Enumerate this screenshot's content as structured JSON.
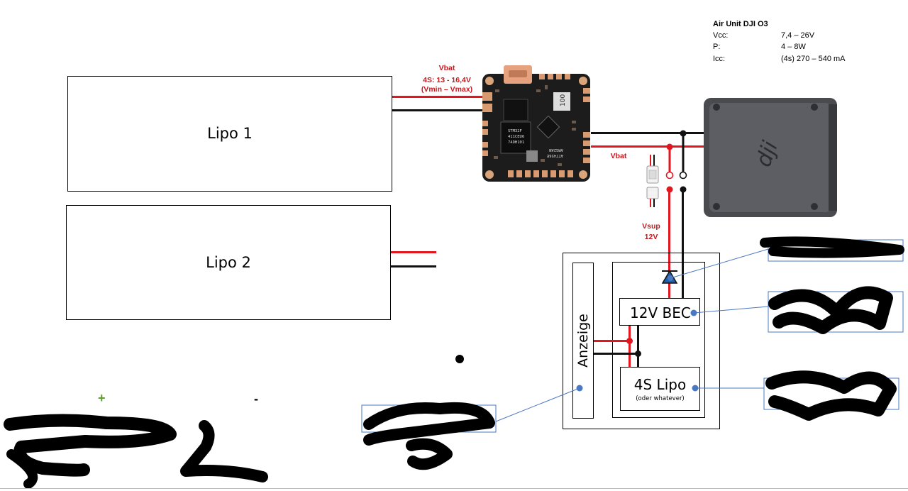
{
  "lipo1": {
    "label": "Lipo 1"
  },
  "lipo2": {
    "label": "Lipo 2"
  },
  "fc": {
    "vbat_title": "Vbat",
    "vbat_range": "4S: 13 - 16,4V",
    "vbat_minmax": "(Vmin – Vmax)",
    "mcu_line1": "STM32F",
    "mcu_line2": "411CEU6",
    "mcu_line3": "74DH101",
    "osd_line1": "AT7456E",
    "osd_line2": "AMG2AN",
    "counter": "100"
  },
  "labels": {
    "vbat": "Vbat",
    "vsup_1": "Vsup",
    "vsup_2": "12V",
    "plus": "+",
    "minus": "-"
  },
  "air_unit": {
    "title": "Air Unit DJI O3",
    "specs": [
      {
        "key": "Vcc:",
        "value": "7,4 – 26V"
      },
      {
        "key": "P:",
        "value": "4 – 8W"
      },
      {
        "key": "Icc:",
        "value": "(4s) 270 – 540 mA"
      }
    ],
    "logo_text": "dji"
  },
  "module": {
    "anzeige": "Anzeige",
    "bec": "12V BEC",
    "lipo_main": "4S Lipo",
    "lipo_sub": "(oder whatever)"
  },
  "colors": {
    "wire_red": "#e1161e",
    "wire_black": "#111111",
    "callout_blue": "#4a78c2",
    "label_red": "#c8181e",
    "accent_green": "#5aa02c"
  }
}
